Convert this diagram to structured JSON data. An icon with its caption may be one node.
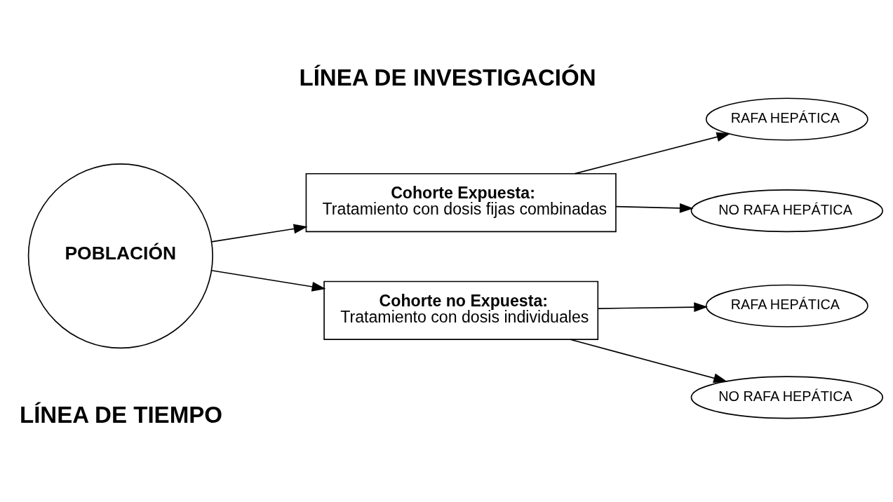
{
  "diagram": {
    "title": "LÍNEA DE INVESTIGACIÓN",
    "caption": "LÍNEA DE TIEMPO",
    "nodes": [
      {
        "text": [
          "POBLACIÓN"
        ]
      },
      {
        "text": [
          "Cohorte Expuesta:",
          "Tratamiento con dosis fijas combinadas"
        ]
      },
      {
        "text": [
          "Cohorte no Expuesta:",
          "Tratamiento con dosis individuales"
        ]
      },
      {
        "text": [
          "RAFA HEPÁTICA"
        ]
      },
      {
        "text": [
          "NO RAFA HEPÁTICA"
        ]
      },
      {
        "text": [
          "RAFA HEPÁTICA"
        ]
      },
      {
        "text": [
          "NO RAFA HEPÁTICA"
        ]
      }
    ],
    "edges": [
      {
        "from": 0,
        "to": 1,
        "arrow": "to"
      },
      {
        "from": 0,
        "to": 2,
        "arrow": "to"
      },
      {
        "from": 1,
        "to": 3,
        "arrow": "to"
      },
      {
        "from": 1,
        "to": 4,
        "arrow": "to"
      },
      {
        "from": 2,
        "to": 5,
        "arrow": "to"
      },
      {
        "from": 2,
        "to": 6,
        "arrow": "to"
      }
    ]
  }
}
